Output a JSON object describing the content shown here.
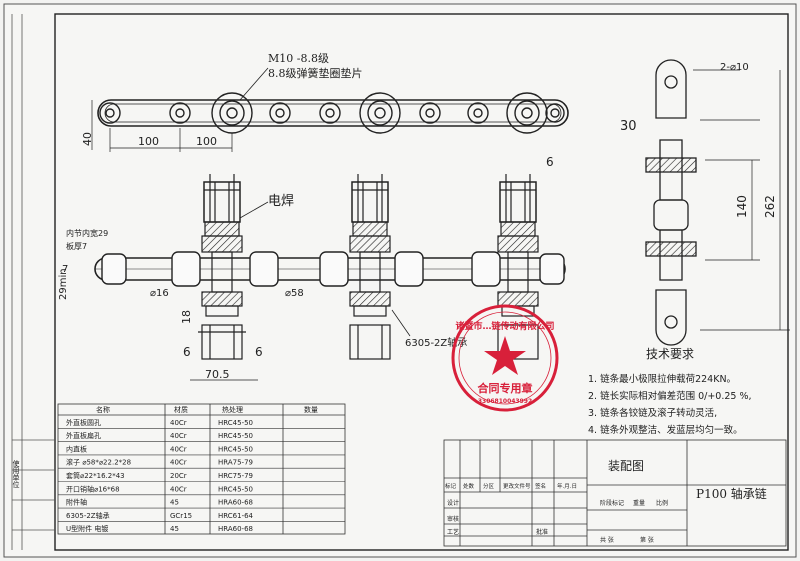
{
  "diagram": {
    "callouts": {
      "bolt": "M10 -8.8级",
      "washer": "8.8级弹簧垫圈垫片",
      "weld": "电焊",
      "inner_width": "内节内宽29",
      "plate_thickness": "板厚7",
      "bearing": "6305-2Z轴承"
    },
    "dimensions": {
      "pitch_left": "100",
      "pitch_right": "100",
      "height_left": "40",
      "pin_dia": "⌀16",
      "roller_dia": "⌀58",
      "min_height": "29min",
      "seven": "7",
      "eighteen": "18",
      "six_top": "6",
      "six_a": "6",
      "six_b": "6",
      "bracket_width": "70.5",
      "holes": "2-⌀10",
      "thirty": "30",
      "one_forty": "140",
      "total_height": "262"
    }
  },
  "requirements": {
    "title": "技术要求",
    "items": [
      "1. 链条最小极限拉伸载荷224KN。",
      "2. 链长实际相对偏差范围 0/+0.25 %,",
      "3. 链条各铰链及滚子转动灵活,",
      "4. 链条外观整洁、发蓝层均匀一致。"
    ]
  },
  "stamp": {
    "ring_text": "诸暨市…链传动有限公司",
    "center_text": "合同专用章",
    "number": "3306810043992"
  },
  "parts_table": {
    "headers": [
      "名称",
      "材质",
      "热处理",
      "数量"
    ],
    "rows": [
      [
        "外直板圆孔",
        "40Cr",
        "HRC45-50",
        ""
      ],
      [
        "外直板扁孔",
        "40Cr",
        "HRC45-50",
        ""
      ],
      [
        "内直板",
        "40Cr",
        "HRC45-50",
        ""
      ],
      [
        "滚子 ⌀58*⌀22.2*28",
        "40Cr",
        "HRA75-79",
        ""
      ],
      [
        "套筒⌀22*16.2*43",
        "20Cr",
        "HRC75-79",
        ""
      ],
      [
        "开口销轴⌀16*68",
        "40Cr",
        "HRC45-50",
        ""
      ],
      [
        "附件轴",
        "45",
        "HRA60-68",
        ""
      ],
      [
        "6305-2Z轴承",
        "GCr15",
        "HRC61-64",
        ""
      ],
      [
        "U型附件 电镀",
        "45",
        "HRA60-68",
        ""
      ]
    ]
  },
  "side_label": "使用单位",
  "title_block": {
    "assembly": "装配图",
    "product": "P100 轴承链",
    "mark_row": [
      "标记",
      "处数",
      "分区",
      "更改文件号",
      "签名",
      "年.月.日"
    ],
    "design": "设计",
    "review": "审核",
    "process": "工艺",
    "approve": "批准",
    "stage_row": [
      "阶段标记",
      "重量",
      "比例"
    ],
    "sheet_row": [
      "共 张",
      "第 张"
    ]
  }
}
